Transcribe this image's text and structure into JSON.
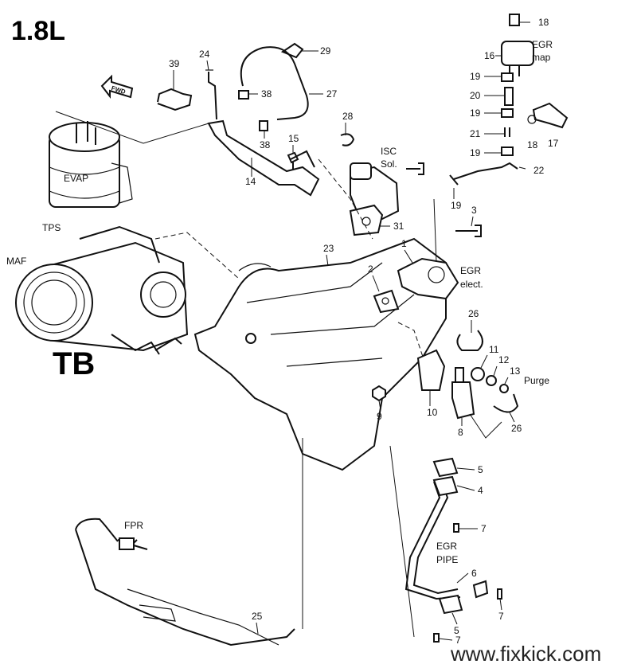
{
  "header": {
    "engine": "1.8L",
    "throttle_body": "TB",
    "direction": "FWD"
  },
  "labels": {
    "evap": "EVAP",
    "tps": "TPS",
    "maf": "MAF",
    "isc": [
      "ISC",
      "Sol."
    ],
    "egr_map": [
      "EGR",
      "map"
    ],
    "egr_elect": [
      "EGR",
      "elect."
    ],
    "purge": "Purge",
    "fpr": "FPR",
    "egr_pipe": [
      "EGR",
      "PIPE"
    ]
  },
  "callouts": {
    "c1": "1",
    "c2": "2",
    "c3": "3",
    "c4": "4",
    "c5a": "5",
    "c5b": "5",
    "c6": "6",
    "c7a": "7",
    "c7b": "7",
    "c7c": "7",
    "c8": "8",
    "c9": "9",
    "c10": "10",
    "c11": "11",
    "c12": "12",
    "c13": "13",
    "c14": "14",
    "c15": "15",
    "c16": "16",
    "c17": "17",
    "c18a": "18",
    "c18b": "18",
    "c19a": "19",
    "c19b": "19",
    "c19c": "19",
    "c19d": "19",
    "c20": "20",
    "c21": "21",
    "c22": "22",
    "c23": "23",
    "c24": "24",
    "c25": "25",
    "c26a": "26",
    "c26b": "26",
    "c27": "27",
    "c28": "28",
    "c29": "29",
    "c31": "31",
    "c38a": "38",
    "c38b": "38",
    "c39": "39"
  },
  "watermark": "www.fixkick.com"
}
